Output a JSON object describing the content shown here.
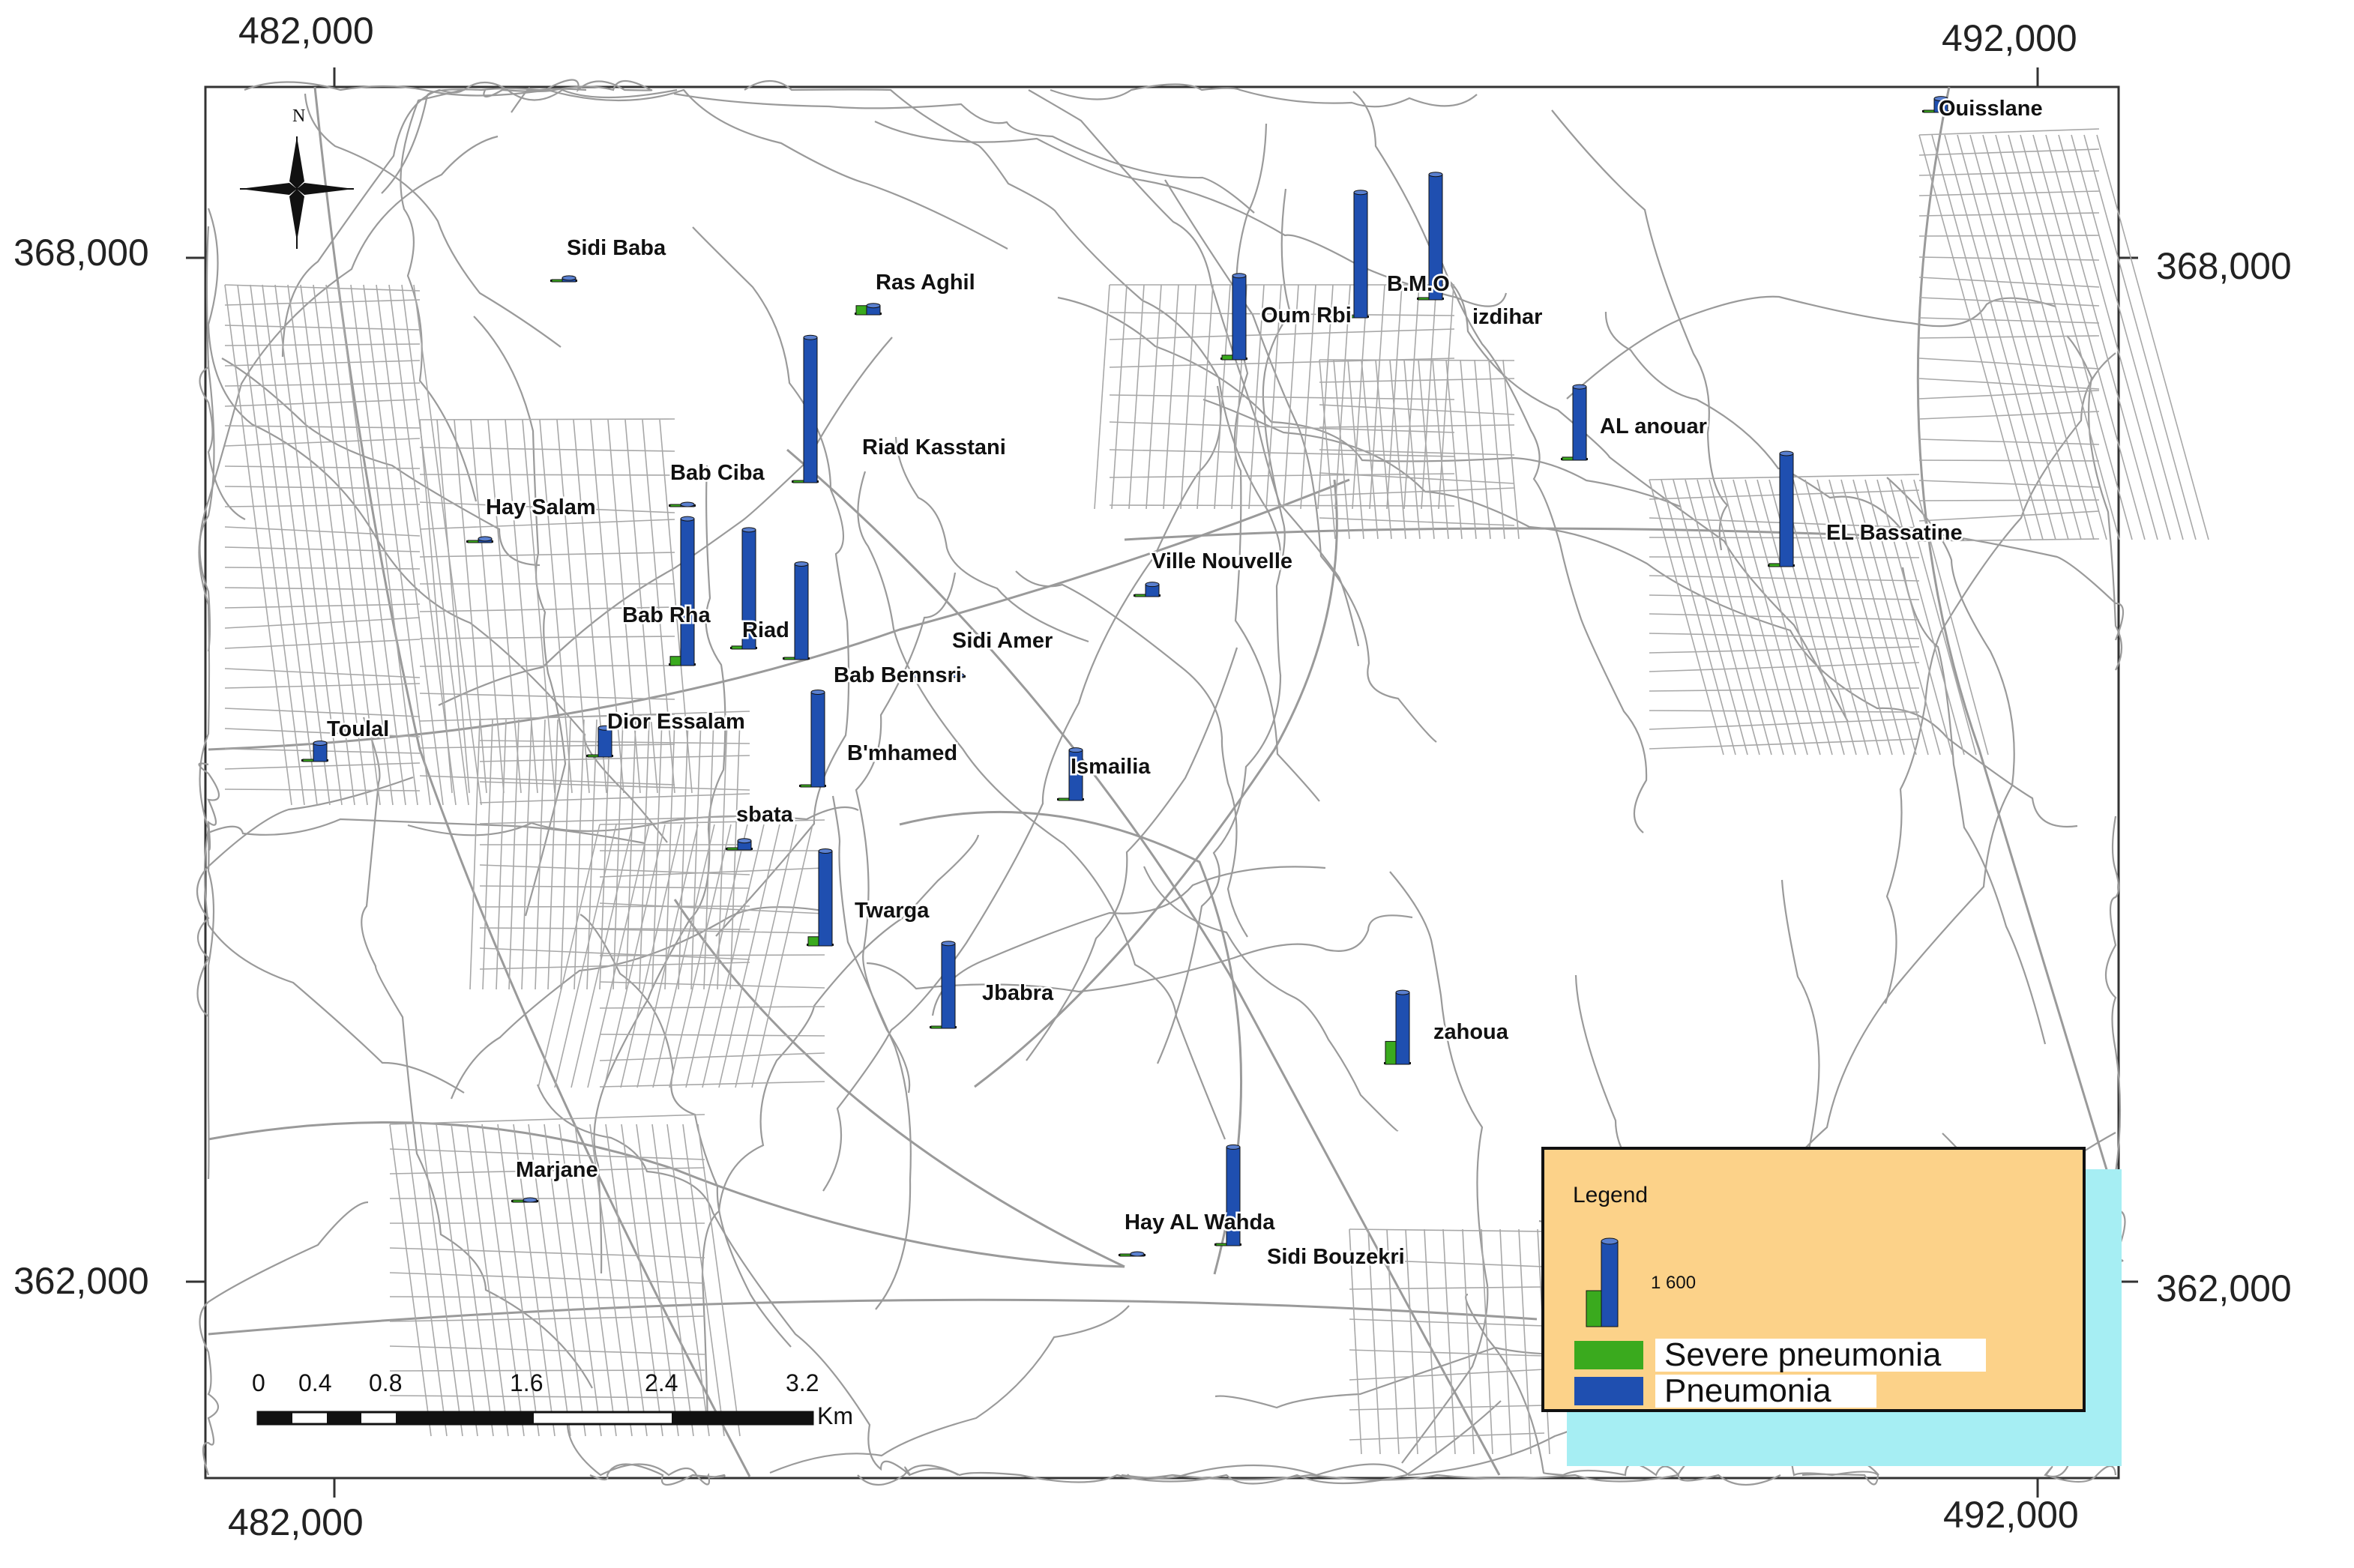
{
  "map": {
    "x_ticks": [
      "482,000",
      "492,000"
    ],
    "y_ticks": [
      "368,000",
      "362,000"
    ],
    "north_label": "N",
    "scale_bar": {
      "ticks": [
        "0",
        "0.4",
        "0.8",
        "1.6",
        "2.4",
        "3.2"
      ],
      "unit": "Km"
    },
    "places": [
      {
        "name": "Ouisslane",
        "pneumonia": 180,
        "severe": 10
      },
      {
        "name": "Sidi Baba",
        "pneumonia": 50,
        "severe": 0
      },
      {
        "name": "Ras Aghil",
        "pneumonia": 120,
        "severe": 120
      },
      {
        "name": "B.M.O",
        "pneumonia": 1640,
        "severe": 0
      },
      {
        "name": "izdihar",
        "pneumonia": 1640,
        "severe": 0
      },
      {
        "name": "Oum Rbi",
        "pneumonia": 1100,
        "severe": 60
      },
      {
        "name": "Riad Kasstani",
        "pneumonia": 1900,
        "severe": 0
      },
      {
        "name": "Bab Ciba",
        "pneumonia": 0,
        "severe": 0
      },
      {
        "name": "AL anouar",
        "pneumonia": 960,
        "severe": 40
      },
      {
        "name": "Hay Salam",
        "pneumonia": 50,
        "severe": 0
      },
      {
        "name": "EL Bassatine",
        "pneumonia": 1480,
        "severe": 40
      },
      {
        "name": "Ville Nouvelle",
        "pneumonia": 160,
        "severe": 0
      },
      {
        "name": "Bab Rha",
        "pneumonia": 1920,
        "severe": 120
      },
      {
        "name": "Riad",
        "pneumonia": 1560,
        "severe": 40
      },
      {
        "name": "Riad",
        "pneumonia": 1250,
        "severe": 0
      },
      {
        "name": "Sidi Amer",
        "pneumonia": 0,
        "severe": 0
      },
      {
        "name": "Bab Bennsri",
        "pneumonia": 0,
        "severe": 0
      },
      {
        "name": "Toulal",
        "pneumonia": 240,
        "severe": 20
      },
      {
        "name": "Dior Essalam",
        "pneumonia": 380,
        "severe": 20
      },
      {
        "name": "B'mhamed",
        "pneumonia": 1240,
        "severe": 0
      },
      {
        "name": "Ismailia",
        "pneumonia": 660,
        "severe": 0
      },
      {
        "name": "sbata",
        "pneumonia": 120,
        "severe": 0
      },
      {
        "name": "Twarga",
        "pneumonia": 1240,
        "severe": 120
      },
      {
        "name": "Jbabra",
        "pneumonia": 1110,
        "severe": 0
      },
      {
        "name": "zahoua",
        "pneumonia": 940,
        "severe": 300
      },
      {
        "name": "Marjane",
        "pneumonia": 0,
        "severe": 0
      },
      {
        "name": "Hay AL Wahda",
        "pneumonia": 1290,
        "severe": 0
      },
      {
        "name": "Sidi Bouzekri",
        "pneumonia": 0,
        "severe": 0
      }
    ]
  },
  "legend": {
    "title": "Legend",
    "value_label": "1 600",
    "items": [
      {
        "label": "Severe pneumonia",
        "color": "#3aaa1e"
      },
      {
        "label": "Pneumonia",
        "color": "#1f4fb0"
      }
    ]
  },
  "colors": {
    "pneumonia": "#1f4fb0",
    "severe": "#3aaa1e",
    "legend_bg": "#fcd289",
    "water": "#a6eef3",
    "roads": "#9a9a9a"
  }
}
